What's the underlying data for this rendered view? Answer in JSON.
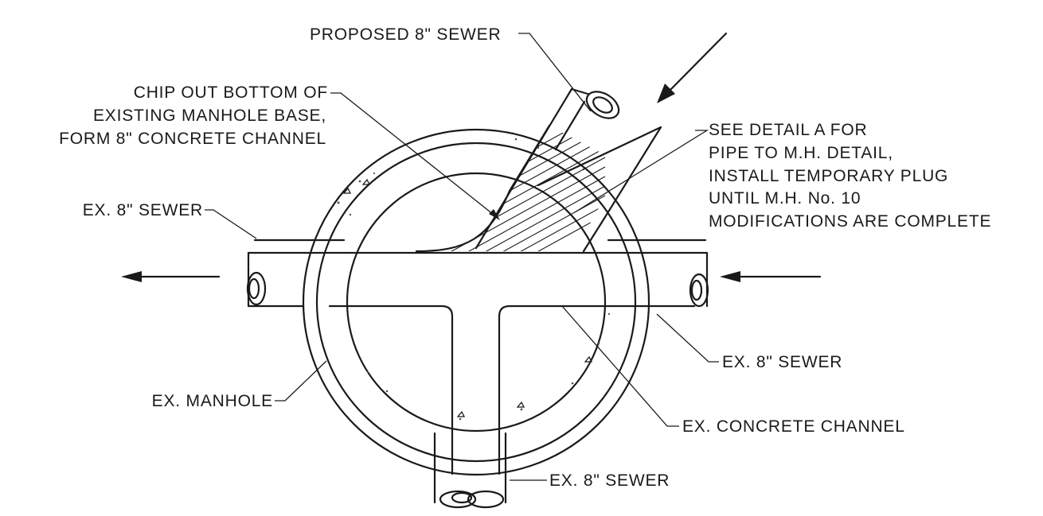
{
  "labels": {
    "proposed_sewer": "PROPOSED 8\" SEWER",
    "chip_out_line1": "CHIP OUT BOTTOM OF",
    "chip_out_line2": "EXISTING MANHOLE BASE,",
    "chip_out_line3": "FORM 8\" CONCRETE CHANNEL",
    "detail_line1": "SEE DETAIL A FOR",
    "detail_line2": "PIPE TO M.H. DETAIL,",
    "detail_line3": "INSTALL TEMPORARY PLUG",
    "detail_line4": "UNTIL M.H. No. 10",
    "detail_line5": "MODIFICATIONS ARE COMPLETE",
    "ex_sewer_left": "EX. 8\" SEWER",
    "ex_sewer_right": "EX. 8\" SEWER",
    "ex_manhole": "EX. MANHOLE",
    "ex_concrete_channel": "EX. CONCRETE CHANNEL",
    "ex_sewer_bottom": "EX. 8\" SEWER"
  },
  "colors": {
    "ink": "#1a1a1a",
    "paper": "#ffffff"
  }
}
